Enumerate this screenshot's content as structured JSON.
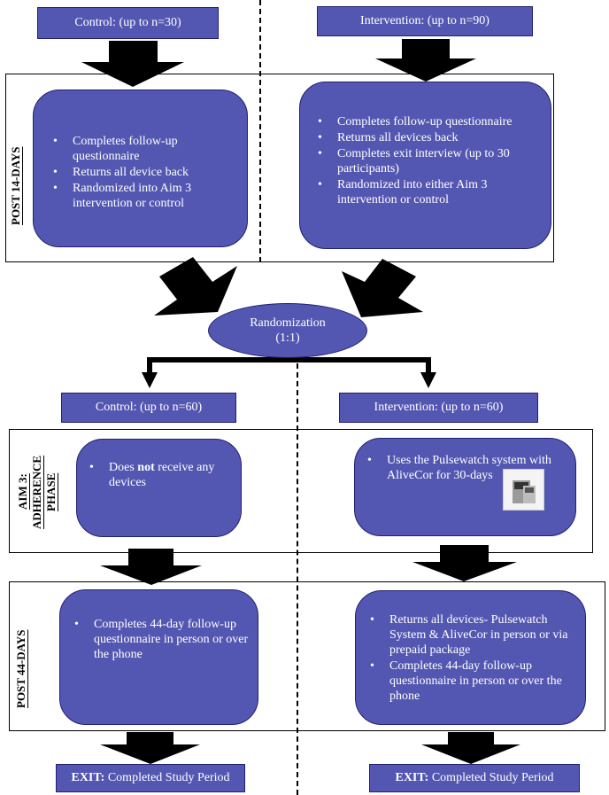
{
  "top": {
    "control_header": "Control: (up to n=30)",
    "intervention_header": "Intervention: (up to n=90)"
  },
  "post14": {
    "label": "POST 14-DAYS",
    "control_items": [
      "Completes follow-up questionnaire",
      "Returns all device back",
      "Randomized into Aim 3 intervention or control"
    ],
    "intervention_items": [
      "Completes follow-up questionnaire",
      "Returns all devices back",
      "Completes exit interview (up to 30 participants)",
      "Randomized into either Aim 3 intervention or control"
    ]
  },
  "randomization": {
    "line1": "Randomization",
    "line2": "(1:1)"
  },
  "aim3_headers": {
    "control": "Control: (up to n=60)",
    "intervention": "Intervention: (up to n=60)"
  },
  "aim3": {
    "label_line1": "AIM 3:",
    "label_line2": "ADHERENCE",
    "label_line3": "PHASE",
    "control_pre": "Does ",
    "control_bold": "not",
    "control_post": " receive any devices",
    "intervention_item": "Uses the Pulsewatch system with AliveCor for 30-days"
  },
  "post44": {
    "label": "POST 44-DAYS",
    "control_item": "Completes 44-day follow-up questionnaire in person or over the phone",
    "intervention_items": [
      "Returns all devices- Pulsewatch System & AliveCor in person or via prepaid package",
      "Completes 44-day follow-up questionnaire in person or over the phone"
    ]
  },
  "exit": {
    "bold": "EXIT:",
    "text": " Completed Study Period"
  },
  "colors": {
    "box_fill": "#5457b2",
    "box_border": "#1f2170",
    "arrow": "#000000"
  },
  "icons": {
    "device": "device-image-icon"
  }
}
